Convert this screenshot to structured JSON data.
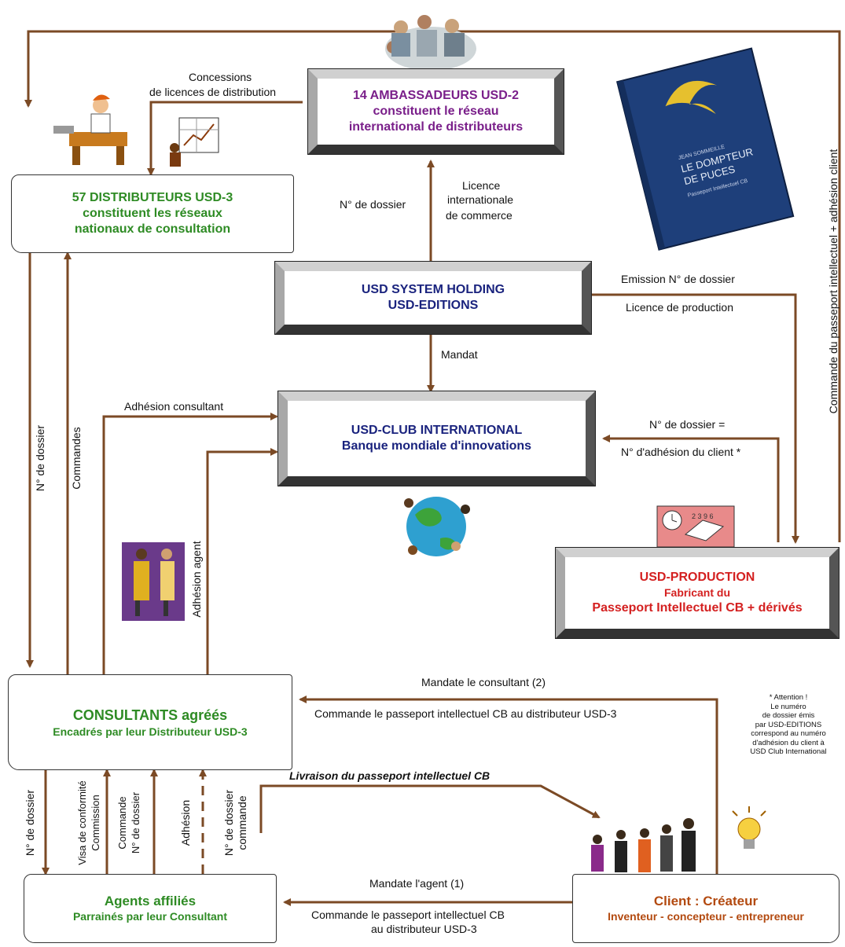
{
  "boxes": {
    "ambassadeurs": {
      "line1": "14 AMBASSADEURS USD-2",
      "line2": "constituent le réseau",
      "line3": "international de distributeurs"
    },
    "distributeurs": {
      "line1": "57 DISTRIBUTEURS USD-3",
      "line2": "constituent les réseaux",
      "line3": "nationaux de consultation"
    },
    "holding": {
      "line1": "USD SYSTEM HOLDING",
      "line2": "USD-EDITIONS"
    },
    "club": {
      "line1": "USD-CLUB INTERNATIONAL",
      "line2": "Banque mondiale d'innovations"
    },
    "production": {
      "line1": "USD-PRODUCTION",
      "line2": "Fabricant du",
      "line3": "Passeport Intellectuel CB + dérivés"
    },
    "consultants": {
      "line1": "CONSULTANTS agréés",
      "line2": "Encadrés par leur Distributeur USD-3"
    },
    "agents": {
      "line1": "Agents affiliés",
      "line2": "Parrainés par leur Consultant"
    },
    "client": {
      "line1": "Client : Créateur",
      "line2": "Inventeur - concepteur - entrepreneur"
    }
  },
  "labels": {
    "concessions_1": "Concessions",
    "concessions_2": "de licences de distribution",
    "dossier_top": "N° de dossier",
    "licence_1": "Licence",
    "licence_2": "internationale",
    "licence_3": "de commerce",
    "emission": "Emission N° de dossier",
    "licence_production": "Licence de production",
    "mandat": "Mandat",
    "adhesion_consultant": "Adhésion consultant",
    "dossier_eq_1": "N° de dossier =",
    "dossier_eq_2": "N° d'adhésion du client *",
    "mandate_consultant": "Mandate le consultant (2)",
    "commande_consultant": "Commande le passeport intellectuel CB au distributeur USD-3",
    "livraison": "Livraison du passeport intellectuel CB",
    "mandate_agent": "Mandate l'agent (1)",
    "commande_agent_1": "Commande le passeport intellectuel CB",
    "commande_agent_2": "au distributeur USD-3"
  },
  "vertical_labels": {
    "dossier_left": "N° de dossier",
    "commandes": "Commandes",
    "adhesion_agent": "Adhésion agent",
    "commande_passeport": "Commande du passeport intellectuel + adhésion client",
    "v_dossier": "N° de dossier",
    "v_visa_1": "Visa de conformité",
    "v_visa_2": "Commission",
    "v_commande_1": "Commande",
    "v_commande_2": "N° de dossier",
    "v_adhesion": "Adhésion",
    "v_dossier_cmd_1": "N° de dossier",
    "v_dossier_cmd_2": "commande"
  },
  "note": {
    "l1": "* Attention !",
    "l2": "Le numéro",
    "l3": "de dossier émis",
    "l4": "par USD-EDITIONS",
    "l5": "correspond au numéro",
    "l6": "d'adhésion du client à",
    "l7": "USD Club International"
  },
  "book": {
    "small": "JEAN SOMMEILLE",
    "title_1": "LE DOMPTEUR",
    "title_2": "DE PUCES",
    "sub": "Passeport Intellectuel CB"
  },
  "colors": {
    "arrow": "#7b4a25",
    "box_title_purple": "#7a1f8a",
    "box_title_navy": "#1a237e",
    "box_title_green": "#2e8b24",
    "box_title_red": "#d42020",
    "client_brown": "#b34a10",
    "book_blue": "#1e3f7a"
  }
}
